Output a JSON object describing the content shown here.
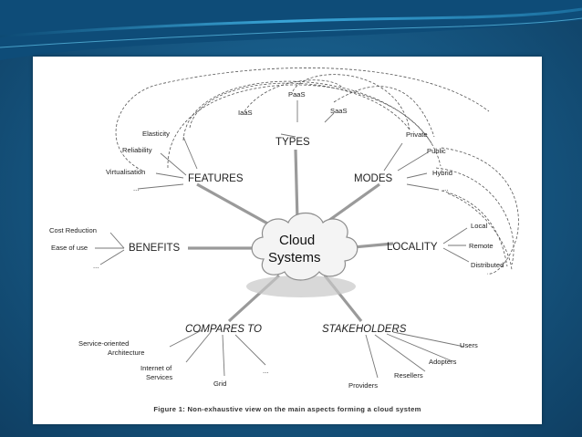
{
  "center": {
    "line1": "Cloud",
    "line2": "Systems"
  },
  "categories": {
    "types": "TYPES",
    "features": "FEATURES",
    "modes": "MODES",
    "benefits": "BENEFITS",
    "locality": "LOCALITY",
    "compares_to": "COMPARES TO",
    "stakeholders": "STAKEHOLDERS"
  },
  "types_items": [
    "PaaS",
    "IaaS",
    "SaaS"
  ],
  "features_items": [
    "Elasticity",
    "Reliability",
    "Virtualisation",
    "..."
  ],
  "modes_items": [
    "Private",
    "Public",
    "Hybrid",
    "..."
  ],
  "benefits_items": [
    "Cost Reduction",
    "Ease of use",
    "..."
  ],
  "locality_items": [
    "Local",
    "Remote",
    "Distributed"
  ],
  "compares_items": [
    "Service-oriented",
    "Architecture",
    "Internet of",
    "Services",
    "Grid",
    "..."
  ],
  "stakeholders_items": [
    "Users",
    "Adopters",
    "Resellers",
    "Providers"
  ],
  "caption": "Figure 1: Non-exhaustive view on the main aspects forming a cloud system",
  "colors": {
    "slide_background": "#175a86",
    "top_band": "#3aa6d8",
    "spoke": "#9a9a9a",
    "leaf_line": "#777777"
  }
}
